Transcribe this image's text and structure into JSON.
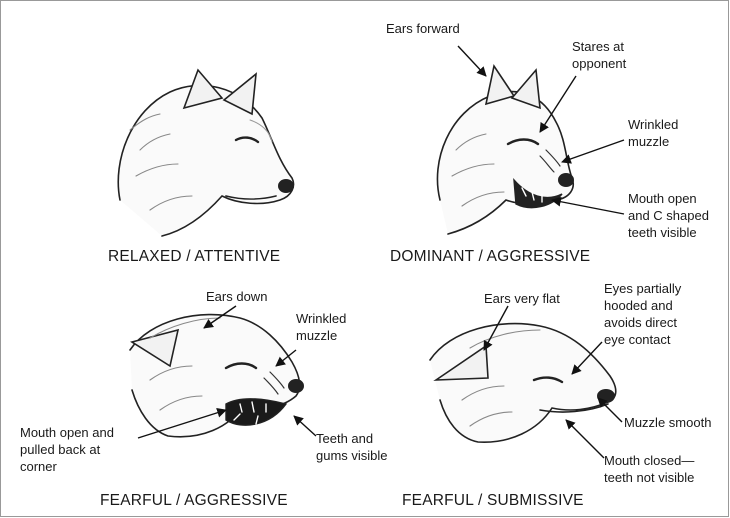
{
  "panels": [
    {
      "caption": "RELAXED / ATTENTIVE",
      "labels": []
    },
    {
      "caption": "DOMINANT / AGGRESSIVE",
      "labels": [
        "Ears forward",
        "Stares at\nopponent",
        "Wrinkled\nmuzzle",
        "Mouth open\nand C shaped\nteeth visible"
      ]
    },
    {
      "caption": "FEARFUL / AGGRESSIVE",
      "labels": [
        "Ears down",
        "Wrinkled\nmuzzle",
        "Mouth open and\npulled back at\ncorner",
        "Teeth and\ngums visible"
      ]
    },
    {
      "caption": "FEARFUL / SUBMISSIVE",
      "labels": [
        "Ears very flat",
        "Eyes partially\nhooded and\navoids direct\neye contact",
        "Muzzle smooth",
        "Mouth closed—\nteeth not visible"
      ]
    }
  ]
}
